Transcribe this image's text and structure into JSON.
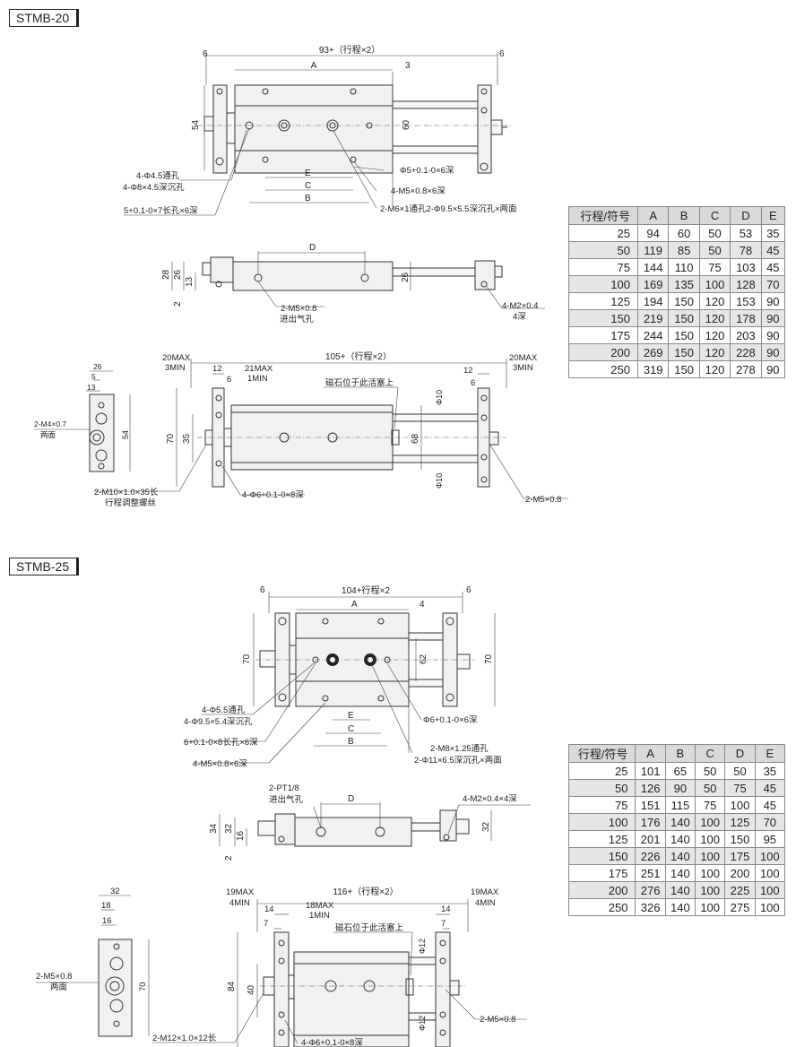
{
  "sections": [
    {
      "model": "STMB-20",
      "labels": {
        "overall_len": "93+（行程×2）",
        "dimA": "A",
        "dimB": "B",
        "dimC": "C",
        "dimD": "D",
        "dimE": "E",
        "end6l": "6",
        "end6r": "6",
        "off3": "3",
        "h54": "54",
        "h60": "60",
        "through_hole": "4-Φ4.5通孔",
        "cbore": "4-Φ8×4.5深沉孔",
        "slot": "5+0.1-0×7长孔×6深",
        "pin_hole": "Φ5+0.1-0×6深",
        "m5": "4-M5×0.8×6深",
        "m6": "2-M6×1通孔2-Φ9.5×5.5深沉孔×两面",
        "h28": "28",
        "h26": "26",
        "h13": "13",
        "h2": "2",
        "h26b": "26",
        "port": "2-M5×0.8",
        "port2": "进出气孔",
        "m2": "4-M2×0.4",
        "m2b": "4深",
        "l20max": "20MAX",
        "l3min": "3MIN",
        "len105": "105+（行程×2）",
        "l12": "12",
        "l6": "6",
        "l21max": "21MAX",
        "l1min": "1MIN",
        "r20max": "20MAX",
        "r3min": "3MIN",
        "r12": "12",
        "r6": "6",
        "magnet": "磁石位于此活塞上",
        "phi10a": "Φ10",
        "phi10b": "Φ10",
        "h70": "70",
        "h35": "35",
        "h68": "68",
        "adj": "2-M10×1.0×35长",
        "adj2": "行程调整螺丝",
        "phi6": "4-Φ6+0.1-0×8深",
        "m5r": "2-M5×0.8",
        "side26": "26",
        "side5": "5",
        "side13": "13",
        "side54": "54",
        "m4": "2-M4×0.7",
        "m4b": "两面"
      },
      "table": {
        "headers": [
          "行程/符号",
          "A",
          "B",
          "C",
          "D",
          "E"
        ],
        "rows": [
          [
            "25",
            "94",
            "60",
            "50",
            "53",
            "35"
          ],
          [
            "50",
            "119",
            "85",
            "50",
            "78",
            "45"
          ],
          [
            "75",
            "144",
            "110",
            "75",
            "103",
            "45"
          ],
          [
            "100",
            "169",
            "135",
            "100",
            "128",
            "70"
          ],
          [
            "125",
            "194",
            "150",
            "120",
            "153",
            "90"
          ],
          [
            "150",
            "219",
            "150",
            "120",
            "178",
            "90"
          ],
          [
            "175",
            "244",
            "150",
            "120",
            "203",
            "90"
          ],
          [
            "200",
            "269",
            "150",
            "120",
            "228",
            "90"
          ],
          [
            "250",
            "319",
            "150",
            "120",
            "278",
            "90"
          ]
        ]
      }
    },
    {
      "model": "STMB-25",
      "labels": {
        "overall_len": "104+行程×2",
        "dimA": "A",
        "dimB": "B",
        "dimC": "C",
        "dimD": "D",
        "dimE": "E",
        "end6l": "6",
        "end6r": "6",
        "off4": "4",
        "h70l": "70",
        "h70r": "70",
        "h62": "62",
        "through_hole": "4-Φ5.5通孔",
        "cbore": "4-Φ9.5×5.4深沉孔",
        "slot": "6+0.1-0×8长孔×6深",
        "m5": "4-M5×0.8×6深",
        "pin_hole": "Φ6+0.1-0×6深",
        "m8": "2-M8×1.25通孔",
        "m8b": "2-Φ11×6.5深沉孔×两面",
        "port": "2-PT1/8",
        "port2": "进出气孔",
        "m2": "4-M2×0.4×4深",
        "h34": "34",
        "h32": "32",
        "h16": "16",
        "h2": "2",
        "h32r": "32",
        "side32": "32",
        "side18": "18",
        "side16": "16",
        "side70": "70",
        "m5side": "2-M5×0.8",
        "m5sideb": "两面",
        "l19max": "19MAX",
        "l4min": "4MIN",
        "len116": "116+（行程×2）",
        "r19max": "19MAX",
        "r4min": "4MIN",
        "l14": "14",
        "l18max": "18MAX",
        "l1min": "1MIN",
        "l7": "7",
        "r14": "14",
        "r7": "7",
        "magnet": "磁石位于此活塞上",
        "phi12a": "Φ12",
        "phi12b": "Φ12",
        "h84": "84",
        "h40": "40",
        "m5r": "2-M5×0.8",
        "adj": "2-M12×1.0×12长",
        "phi6": "4-Φ6+0.1-0×8深"
      },
      "table": {
        "headers": [
          "行程/符号",
          "A",
          "B",
          "C",
          "D",
          "E"
        ],
        "rows": [
          [
            "25",
            "101",
            "65",
            "50",
            "50",
            "35"
          ],
          [
            "50",
            "126",
            "90",
            "50",
            "75",
            "45"
          ],
          [
            "75",
            "151",
            "115",
            "75",
            "100",
            "45"
          ],
          [
            "100",
            "176",
            "140",
            "100",
            "125",
            "70"
          ],
          [
            "125",
            "201",
            "140",
            "100",
            "150",
            "95"
          ],
          [
            "150",
            "226",
            "140",
            "100",
            "175",
            "100"
          ],
          [
            "175",
            "251",
            "140",
            "100",
            "200",
            "100"
          ],
          [
            "200",
            "276",
            "140",
            "100",
            "225",
            "100"
          ],
          [
            "250",
            "326",
            "140",
            "100",
            "275",
            "100"
          ]
        ]
      }
    }
  ]
}
